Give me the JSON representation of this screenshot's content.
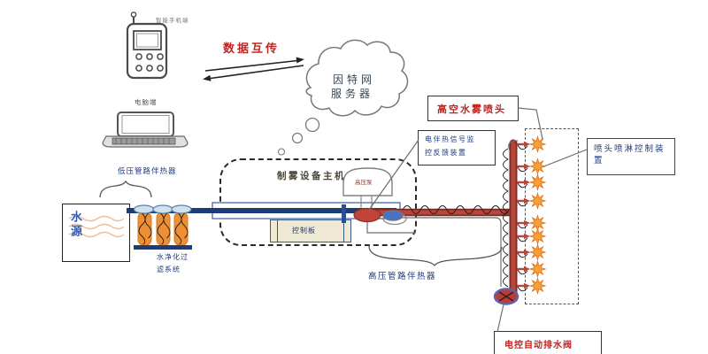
{
  "diagram": {
    "terminals": {
      "phone_label": "智能手机端",
      "computer_label": "电脑端",
      "data_transfer_label": "数据互传",
      "cloud_label_line1": "因特网",
      "cloud_label_line2": "服务器"
    },
    "main_unit": {
      "title": "制雾设备主机",
      "pump_label": "高压泵",
      "control_board_label": "控制板"
    },
    "water": {
      "source_label": "水源",
      "low_pressure_heater_label": "低压管路伴热器",
      "purification_line1": "水净化过",
      "purification_line2": "滤系统"
    },
    "spray": {
      "nozzle_box_label": "高空水雾喷头",
      "signal_box_line1": "电伴热信号监",
      "signal_box_line2": "控反馈装置",
      "nozzle_control_box_label": "喷头喷淋控制装置",
      "high_pressure_heater_label": "高压管路伴热器",
      "drain_valve_label": "电控自动排水阀",
      "nozzle_count": 9
    },
    "colors": {
      "red_pipe": "#b5463c",
      "red_pipe_dark": "#7e2a22",
      "blue_pipe": "#1d3c77",
      "star_fill": "#f6a139",
      "star_edge": "#e07018",
      "filter_orange": "#ef8f33",
      "label_red": "#c22420",
      "label_navy": "#1f3a7a"
    }
  }
}
